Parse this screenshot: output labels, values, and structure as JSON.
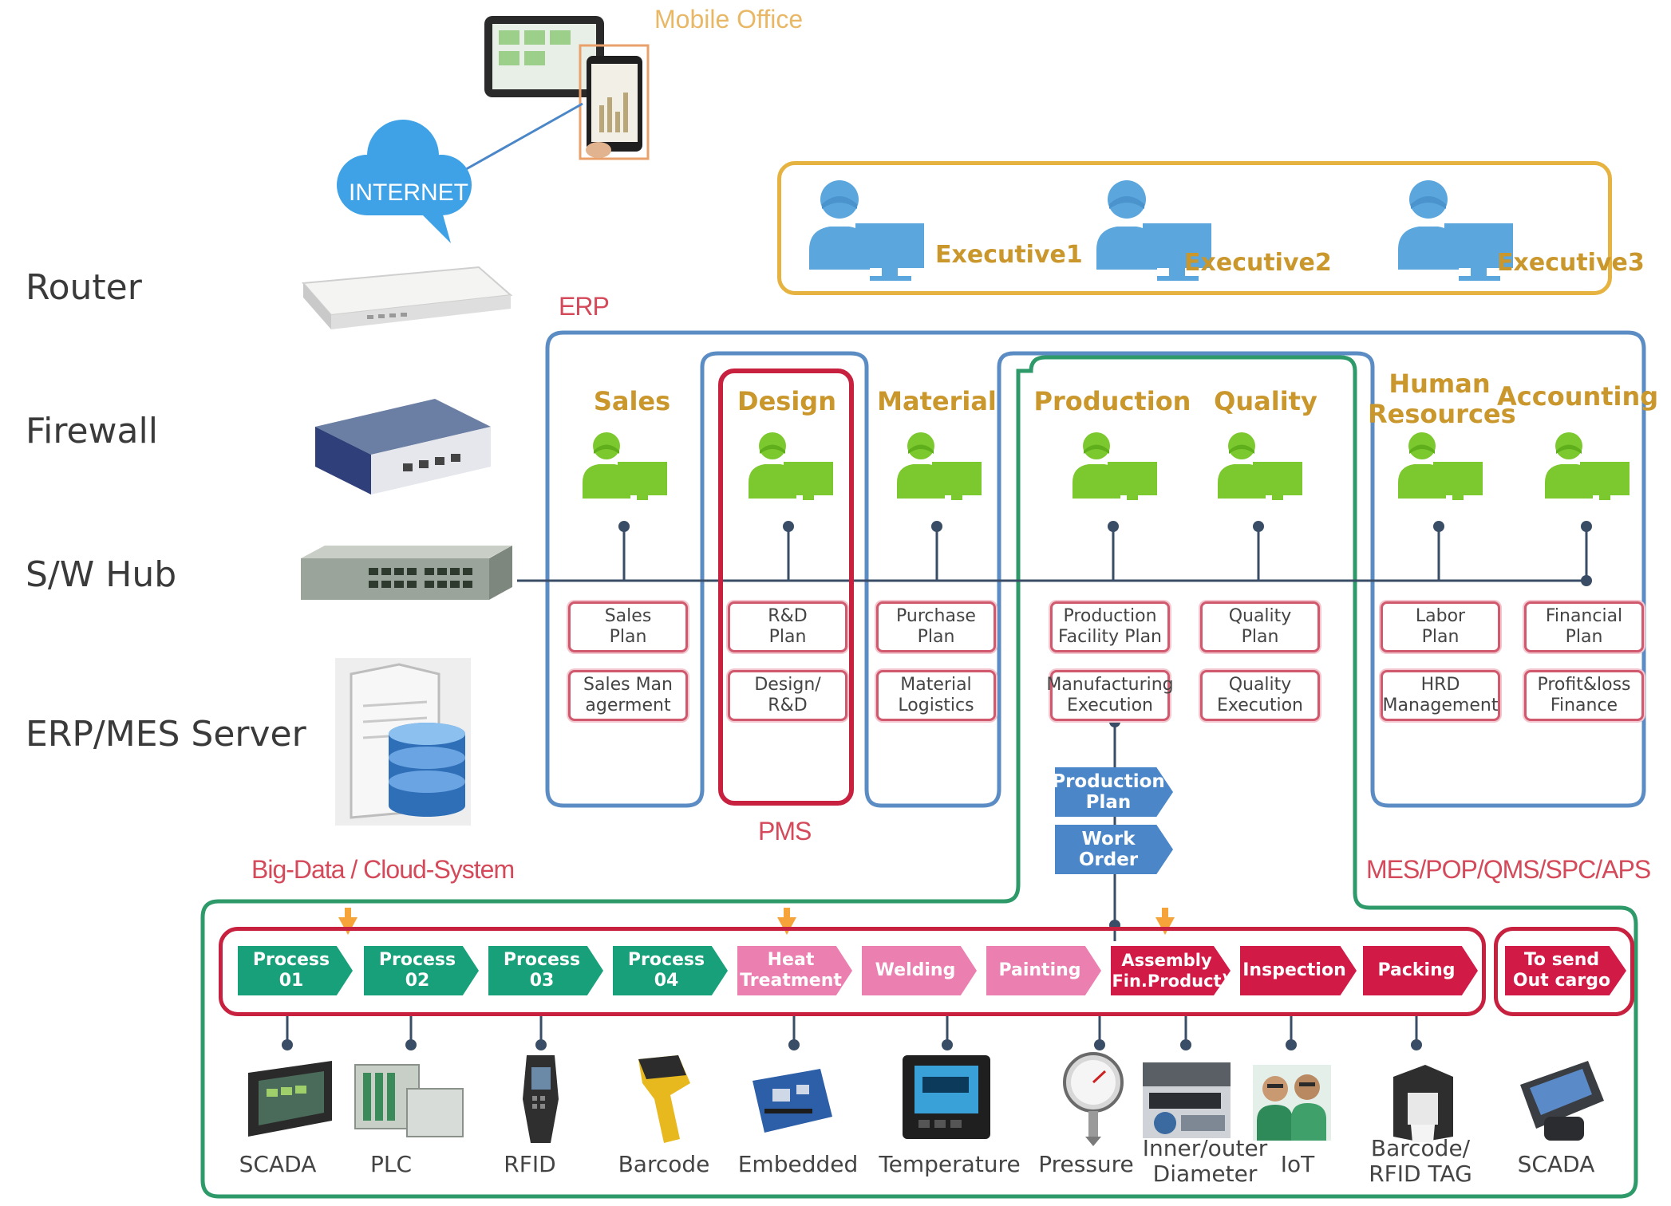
{
  "labels": {
    "mobile_office": "Mobile Office",
    "internet": "INTERNET",
    "erp": "ERP",
    "pms": "PMS",
    "big_data": "Big-Data / Cloud-System",
    "mes": "MES/POP/QMS/SPC/APS"
  },
  "left_labels": [
    "Router",
    "Firewall",
    "S/W Hub",
    "ERP/MES Server"
  ],
  "executives": [
    "Executive1",
    "Executive2",
    "Executive3"
  ],
  "departments": [
    "Sales",
    "Design",
    "Material",
    "Production",
    "Quality",
    "Human\nResources",
    "Accounting"
  ],
  "dept_boxes_top": [
    "Sales\nPlan",
    "R&D\nPlan",
    "Purchase\nPlan",
    "Production\nFacility Plan",
    "Quality\nPlan",
    "Labor\nPlan",
    "Financial\nPlan"
  ],
  "dept_boxes_bottom": [
    "Sales Man\nagerment",
    "Design/\nR&D",
    "Material\nLogistics",
    "Manufacturing\nExecution",
    "Quality\nExecution",
    "HRD\nManagement",
    "Profit&loss\nFinance"
  ],
  "flow_arrows": [
    "Production\nPlan",
    "Work\nOrder"
  ],
  "processes": [
    "Process\n01",
    "Process\n02",
    "Process\n03",
    "Process\n04",
    "Heat\nTreatment",
    "Welding",
    "Painting",
    "Assembly\n(Fin.Product)",
    "Inspection",
    "Packing"
  ],
  "to_send": "To send\nOut cargo",
  "devices": [
    "SCADA",
    "PLC",
    "RFID",
    "Barcode",
    "Embedded",
    "Temperature",
    "Pressure",
    "Inner/outer\nDiameter",
    "IoT",
    "Barcode/\nRFID TAG",
    "SCADA"
  ],
  "colors": {
    "gold": "#c9972c",
    "erp_blue": "#5b8cc4",
    "green": "#2e9a6a",
    "red": "#c8203f",
    "teal_process": "#18a07a",
    "pink_process": "#ea7fb0",
    "red_process": "#d21a47",
    "person_blue": "#5aa6dd",
    "person_green": "#7cc82f"
  }
}
